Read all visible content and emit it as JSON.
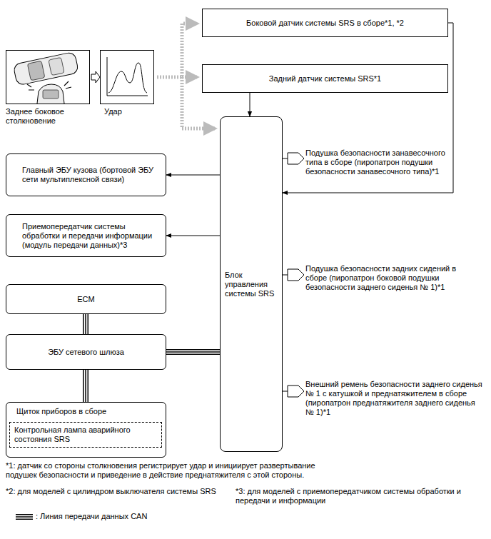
{
  "diagram": {
    "nodes": [
      {
        "text": [
          "Боковой датчик системы SRS в сборе*1, *2"
        ]
      },
      {
        "text": [
          "Задний датчик системы SRS*1"
        ]
      },
      {
        "text": [
          "Блок управления системы SRS"
        ]
      },
      {
        "text": [
          "Главный ЭБУ кузова (бортовой ЭБУ сети мультиплексной связи)"
        ]
      },
      {
        "text": [
          "Приемопередатчик системы обработки и передачи информации (модуль передачи данных)*3"
        ]
      },
      {
        "text": [
          "ECM"
        ]
      },
      {
        "text": [
          "ЭБУ сетевого шлюза"
        ]
      },
      {
        "text": [
          "Щиток приборов в сборе"
        ]
      },
      {
        "text": [
          "Контрольная лампа аварийного состояния SRS"
        ],
        "in": 7
      },
      {
        "text": [
          "Подушка безопасности занавесочного типа в сборе (пиропатрон подушки безопасности занавесочного типа)*1"
        ]
      },
      {
        "text": [
          "Подушка безопасности задних сидений в сборе (пиропатрон боковой подушки безопасности заднего сиденья № 1)*1"
        ]
      },
      {
        "text": [
          "Внешний ремень безопасности заднего сиденья № 1 с катушкой и преднатяжителем в сборе (пиропатрон преднатяжителя заднего сиденья № 1)*1"
        ]
      }
    ],
    "edges": [
      {
        "from": 0,
        "to": 2,
        "arrow": "to"
      },
      {
        "from": 1,
        "to": 2,
        "arrow": "to"
      },
      {
        "from": 2,
        "to": 3,
        "arrow": "to"
      },
      {
        "from": 2,
        "to": 4,
        "arrow": "to"
      },
      {
        "from": 2,
        "to": 6,
        "arrow": "none"
      },
      {
        "from": 6,
        "to": 5,
        "arrow": "none"
      },
      {
        "from": 6,
        "to": 7,
        "arrow": "none"
      },
      {
        "from": 2,
        "to": 9,
        "arrow": "none"
      },
      {
        "from": 2,
        "to": 10,
        "arrow": "none"
      },
      {
        "from": 2,
        "to": 11,
        "arrow": "none"
      }
    ],
    "labels": [
      "Заднее боковое столкновение",
      "Удар",
      "*1: датчик со стороны столкновения регистрирует удар и инициирует развертывание подушек безопасности и приведение в действие преднатяжителя с этой стороны.",
      "*2: для моделей с цилиндром выключателя системы SRS",
      "*3: для моделей с приемопередатчиком системы обработки и передачи и информации"
    ],
    "legend": [
      {
        "text": ": Линия передачи данных CAN"
      }
    ]
  }
}
